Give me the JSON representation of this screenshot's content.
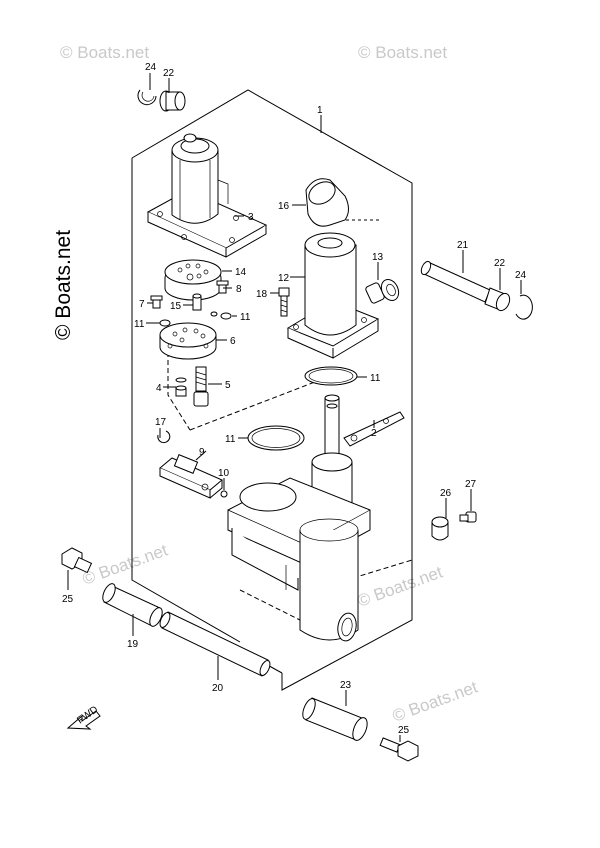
{
  "watermarks": {
    "corner": "© Boats.net",
    "side": "© Boats.net"
  },
  "callouts": {
    "c1": "1",
    "c2": "2",
    "c3": "3",
    "c4": "4",
    "c5": "5",
    "c6": "6",
    "c7": "7",
    "c8": "8",
    "c9": "9",
    "c10": "10",
    "c11a": "11",
    "c11b": "11",
    "c11c": "11",
    "c11d": "11",
    "c12": "12",
    "c13": "13",
    "c14": "14",
    "c15": "15",
    "c16": "16",
    "c17": "17",
    "c18": "18",
    "c19": "19",
    "c20": "20",
    "c21": "21",
    "c22a": "22",
    "c22b": "22",
    "c23": "23",
    "c24a": "24",
    "c24b": "24",
    "c25a": "25",
    "c25b": "25",
    "c26": "26",
    "c27": "27"
  },
  "fwd_label": "FWD",
  "icons": {
    "fwd_arrow": "fwd-arrow-icon"
  }
}
